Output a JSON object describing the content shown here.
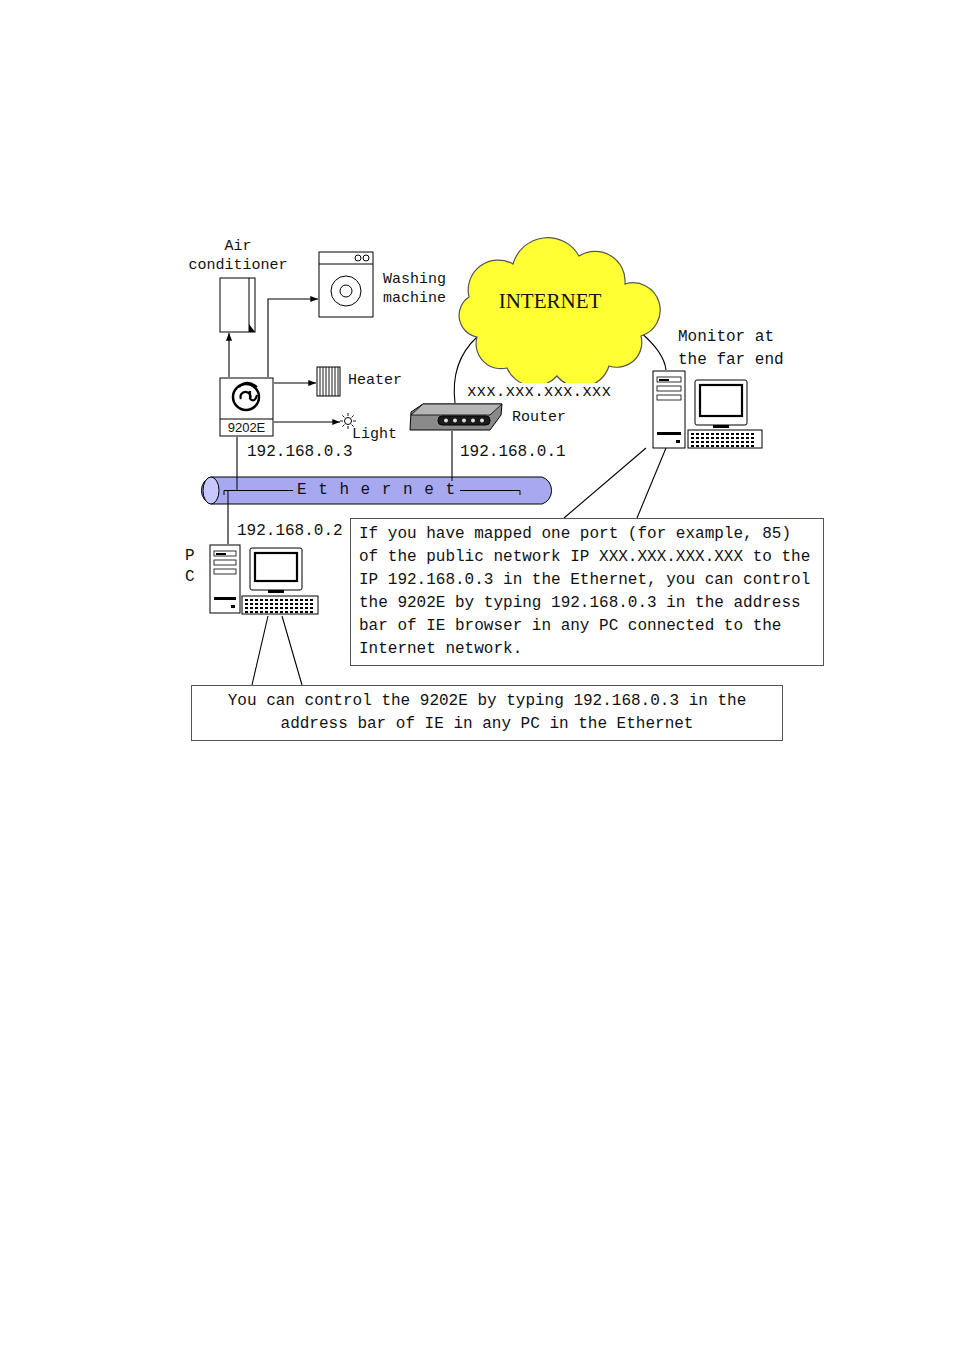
{
  "diagram": {
    "nodes": [
      {
        "text": [
          "Air conditioner"
        ]
      },
      {
        "text": [
          "Washing machine"
        ]
      },
      {
        "text": [
          "INTERNET"
        ]
      },
      {
        "text": [
          "Monitor at the far end"
        ]
      },
      {
        "text": [
          "Heater"
        ]
      },
      {
        "text": [
          "9202E"
        ]
      },
      {
        "text": [
          "Light"
        ]
      },
      {
        "text": [
          "Router"
        ]
      },
      {
        "text": [
          "E t h e r n e t"
        ]
      },
      {
        "text": [
          "PC"
        ]
      },
      {
        "text": [
          "If you have mapped one port (for example, 85) of the public network IP XXX.XXX.XXX.XXX to the IP 192.168.0.3 in the Ethernet, you can control the 9202E by typing 192.168.0.3 in the address bar of IE browser in any PC connected to the Internet network."
        ]
      },
      {
        "text": [
          "You can control the 9202E by typing 192.168.0.3 in the address bar of IE in any PC in the Ethernet"
        ]
      }
    ],
    "edges": [
      {
        "from": 5,
        "to": 0,
        "arrow": "to"
      },
      {
        "from": 5,
        "to": 1,
        "arrow": "to"
      },
      {
        "from": 5,
        "to": 4,
        "arrow": "to"
      },
      {
        "from": 5,
        "to": 6,
        "arrow": "to"
      },
      {
        "from": 5,
        "to": 8,
        "arrow": "none"
      },
      {
        "from": 7,
        "to": 8,
        "arrow": "none"
      },
      {
        "from": 9,
        "to": 8,
        "arrow": "none"
      },
      {
        "from": 7,
        "to": 2,
        "arrow": "none"
      },
      {
        "from": 3,
        "to": 2,
        "arrow": "none"
      },
      {
        "from": 10,
        "to": 3,
        "arrow": "none"
      },
      {
        "from": 11,
        "to": 9,
        "arrow": "none"
      }
    ],
    "labels": [
      "xxx.xxx.xxx.xxx",
      "192.168.0.3",
      "192.168.0.1",
      "192.168.0.2"
    ]
  }
}
